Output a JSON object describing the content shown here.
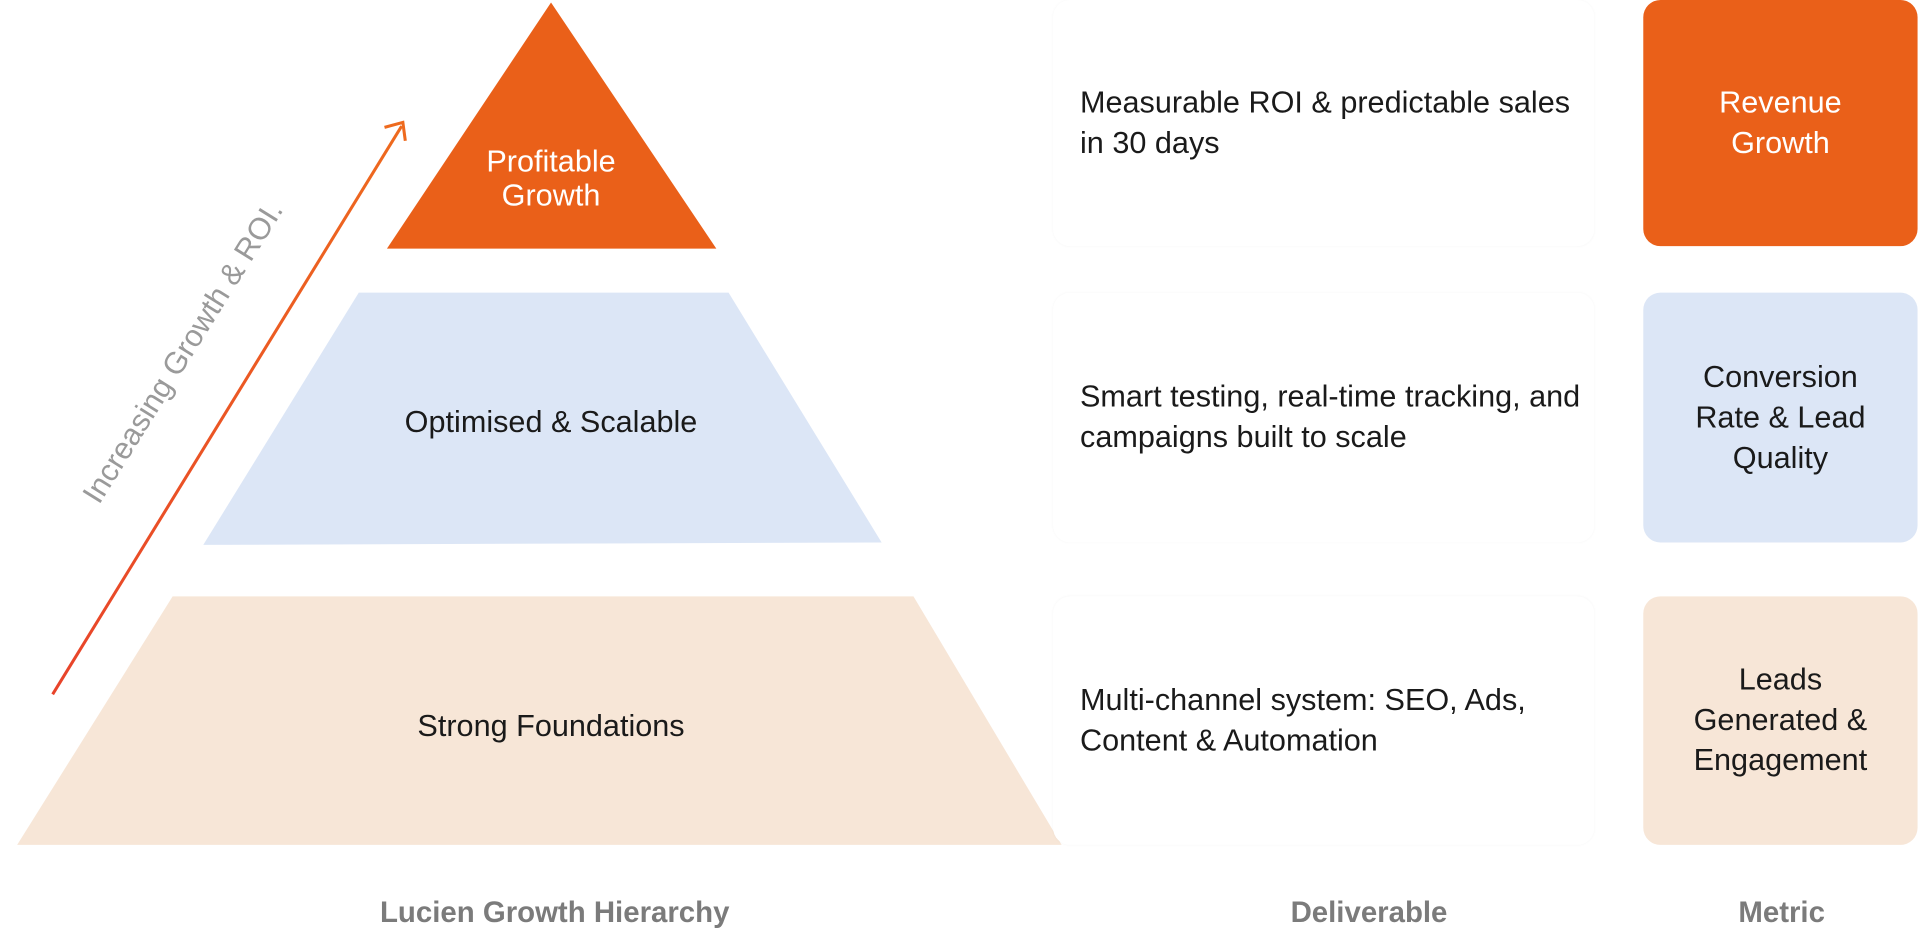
{
  "colors": {
    "top": "#EA6019",
    "middle": "#DCE6F6",
    "bottom": "#F7E6D7",
    "arrow": "#E8432A"
  },
  "axis_label": "Increasing Growth & ROI.",
  "tiers": [
    {
      "label": "Profitable Growth",
      "deliverable": "Measurable ROI & predictable sales in 30 days",
      "metric": "Revenue Growth"
    },
    {
      "label": "Optimised & Scalable",
      "deliverable": "Smart testing, real-time tracking, and campaigns built to scale",
      "metric": "Conversion Rate & Lead Quality"
    },
    {
      "label": "Strong Foundations",
      "deliverable": "Multi-channel system: SEO, Ads, Content & Automation",
      "metric": "Leads Generated & Engagement"
    }
  ],
  "columns": {
    "hierarchy": "Lucien Growth Hierarchy",
    "deliverable": "Deliverable",
    "metric": "Metric"
  }
}
